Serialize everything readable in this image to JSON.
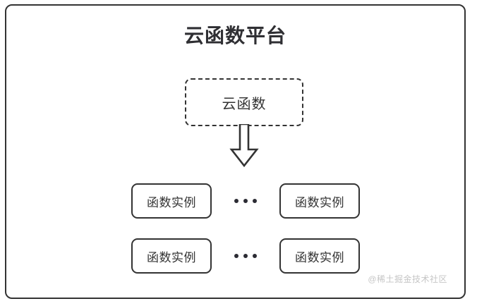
{
  "diagram": {
    "platform": {
      "title": "云函数平台",
      "border_color": "#333333",
      "background": "#ffffff"
    },
    "cloud_function": {
      "label": "云函数",
      "border_style": "dashed",
      "border_color": "#333333"
    },
    "arrow": {
      "direction": "down",
      "style": "outlined-block-arrow",
      "color": "#333333"
    },
    "instance_rows": [
      {
        "left_label": "函数实例",
        "separator": "…",
        "right_label": "函数实例"
      },
      {
        "left_label": "函数实例",
        "separator": "…",
        "right_label": "函数实例"
      }
    ],
    "watermark": "@稀土掘金技术社区"
  }
}
